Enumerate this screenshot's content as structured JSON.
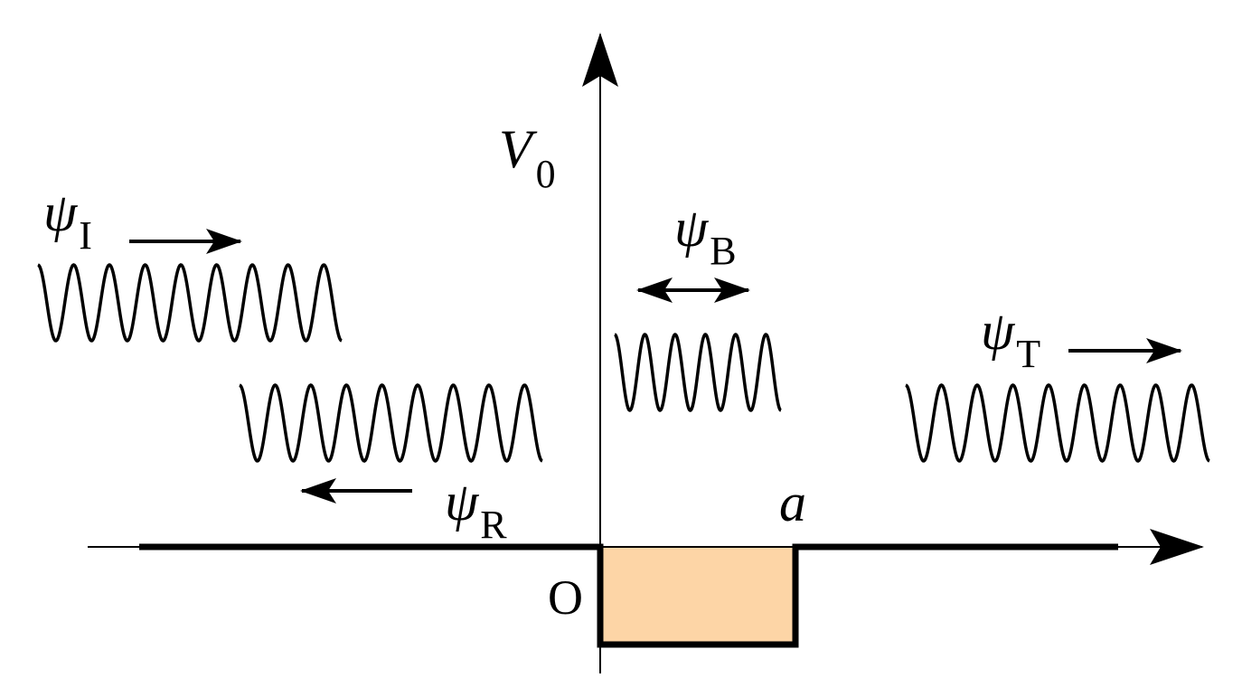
{
  "potential_label": {
    "symbol": "V",
    "subscript": "0"
  },
  "origin_label": "O",
  "width_label": "a",
  "waves": [
    {
      "id": "incident",
      "symbol": "ψ",
      "subscript": "I",
      "direction": "right"
    },
    {
      "id": "reflected",
      "symbol": "ψ",
      "subscript": "R",
      "direction": "left"
    },
    {
      "id": "barrier",
      "symbol": "ψ",
      "subscript": "B",
      "direction": "both"
    },
    {
      "id": "transmitted",
      "symbol": "ψ",
      "subscript": "T",
      "direction": "right"
    }
  ],
  "colors": {
    "well_fill": "#fdd5a6",
    "ink": "#000000"
  }
}
